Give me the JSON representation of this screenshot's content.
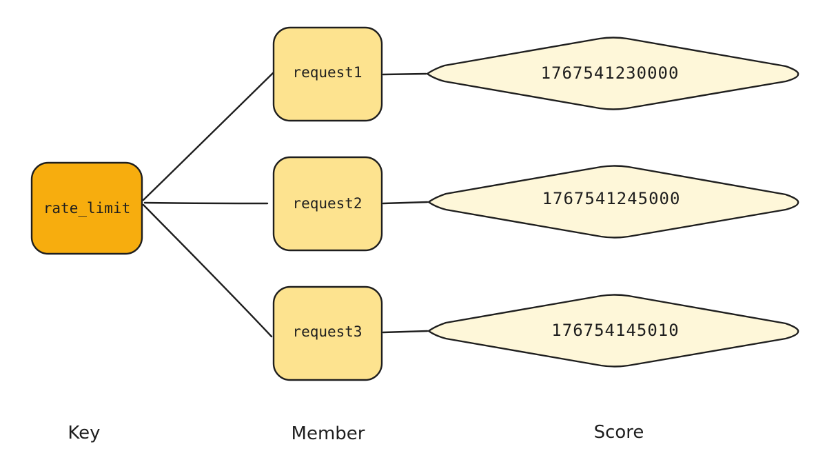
{
  "key": {
    "label": "rate_limit",
    "fill": "#f7ad0e"
  },
  "members": [
    {
      "label": "request1",
      "score": "1767541230000"
    },
    {
      "label": "request2",
      "score": "1767541245000"
    },
    {
      "label": "request3",
      "score": "176754145010"
    }
  ],
  "legend": {
    "key": "Key",
    "member": "Member",
    "score": "Score"
  },
  "colors": {
    "member_fill": "#fde38f",
    "score_fill": "#fef7d9",
    "stroke": "#1e1e1e"
  }
}
